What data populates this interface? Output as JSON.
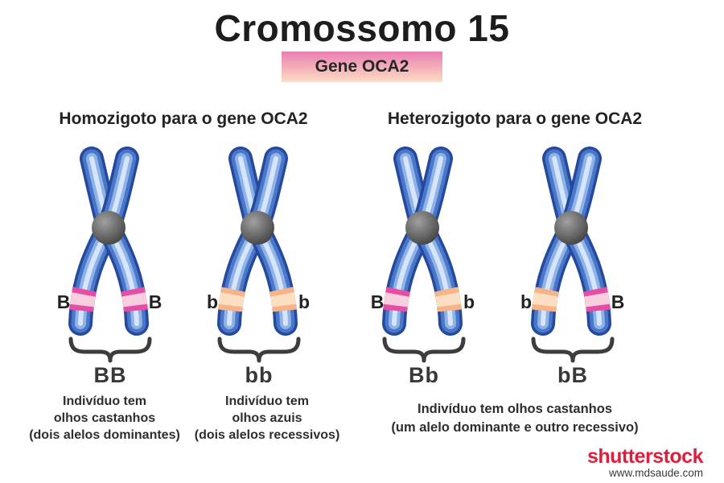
{
  "title": "Cromossomo 15",
  "badge": {
    "label": "Gene OCA2",
    "bg_top": "#e87db2",
    "bg_bottom": "#fbddc1"
  },
  "sections": [
    {
      "header": "Homozigoto para o gene OCA2"
    },
    {
      "header": "Heterozigoto para o gene OCA2"
    }
  ],
  "colors": {
    "chromatid_dark": "#24499e",
    "chromatid_mid": "#4a78c8",
    "chromatid_light": "#8fb3e9",
    "chromatid_core": "#d6e5f9",
    "band_pink_outer": "#e84da5",
    "band_pink_inner": "#f6cede",
    "band_orange_outer": "#f7b488",
    "band_orange_inner": "#fcdfc2",
    "centromere_light": "#a0a0a0",
    "centromere_dark": "#3c3c3c",
    "bracket": "#3d3d3d"
  },
  "chromosomes": [
    {
      "genotype": "BB",
      "left_allele": "B",
      "right_allele": "B",
      "left_band_outer": "#e84da5",
      "left_band_inner": "#f6cede",
      "right_band_outer": "#e84da5",
      "right_band_inner": "#f6cede"
    },
    {
      "genotype": "bb",
      "left_allele": "b",
      "right_allele": "b",
      "left_band_outer": "#f7b488",
      "left_band_inner": "#fcdfc2",
      "right_band_outer": "#f7b488",
      "right_band_inner": "#fcdfc2"
    },
    {
      "genotype": "Bb",
      "left_allele": "B",
      "right_allele": "b",
      "left_band_outer": "#e84da5",
      "left_band_inner": "#f6cede",
      "right_band_outer": "#f7b488",
      "right_band_inner": "#fcdfc2"
    },
    {
      "genotype": "bB",
      "left_allele": "b",
      "right_allele": "B",
      "left_band_outer": "#f7b488",
      "left_band_inner": "#fcdfc2",
      "right_band_outer": "#e84da5",
      "right_band_inner": "#f6cede"
    }
  ],
  "descriptions": [
    {
      "lines": [
        "Indivíduo tem",
        "olhos castanhos",
        "(dois alelos dominantes)"
      ]
    },
    {
      "lines": [
        "Indivíduo tem",
        "olhos azuis",
        "(dois alelos recessivos)"
      ]
    },
    {
      "lines": [
        "Indivíduo tem olhos castanhos",
        "(um alelo dominante e outro recessivo)"
      ]
    }
  ],
  "footer": {
    "logo": "shutterstock",
    "logo_color": "#df1e3c",
    "url": "www.mdsaude.com"
  }
}
